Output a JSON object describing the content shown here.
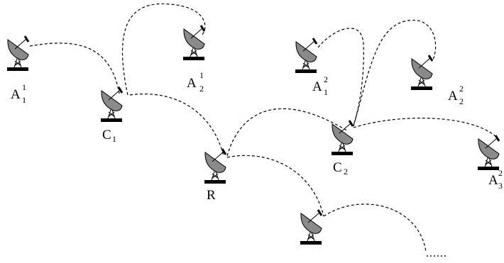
{
  "diagram": {
    "nodes": [
      {
        "id": "A1_1",
        "label_main": "A",
        "label_sup": "1",
        "label_sub": "1",
        "icon": "satellite-dish-icon"
      },
      {
        "id": "A1_2",
        "label_main": "A",
        "label_sup": "1",
        "label_sub": "2",
        "icon": "satellite-dish-icon"
      },
      {
        "id": "C1",
        "label_main": "C",
        "label_sub": "1",
        "icon": "satellite-dish-icon"
      },
      {
        "id": "R",
        "label_main": "R",
        "icon": "satellite-dish-icon"
      },
      {
        "id": "A2_1",
        "label_main": "A",
        "label_sup": "2",
        "label_sub": "1",
        "icon": "satellite-dish-icon"
      },
      {
        "id": "A2_2",
        "label_main": "A",
        "label_sup": "2",
        "label_sub": "2",
        "icon": "satellite-dish-icon"
      },
      {
        "id": "C2",
        "label_main": "C",
        "label_sub": "2",
        "icon": "satellite-dish-icon"
      },
      {
        "id": "A2_3",
        "label_main": "A",
        "label_sup": "2",
        "label_sub": "3",
        "icon": "satellite-dish-icon"
      },
      {
        "id": "X",
        "icon": "satellite-dish-icon"
      }
    ],
    "links": [
      {
        "from": "C1",
        "to": "A1_1",
        "style": "dashed"
      },
      {
        "from": "C1",
        "to": "A1_2",
        "style": "dashed"
      },
      {
        "from": "R",
        "to": "C1",
        "style": "dashed"
      },
      {
        "from": "R",
        "to": "C2",
        "style": "dashed"
      },
      {
        "from": "C2",
        "to": "A2_1",
        "style": "dashed"
      },
      {
        "from": "C2",
        "to": "A2_2",
        "style": "dashed"
      },
      {
        "from": "C2",
        "to": "A2_3",
        "style": "dashed"
      },
      {
        "from": "R",
        "to": "X",
        "style": "dashed"
      },
      {
        "from": "X",
        "to": "continuation",
        "style": "dashed"
      }
    ],
    "continuation_text": "......"
  }
}
